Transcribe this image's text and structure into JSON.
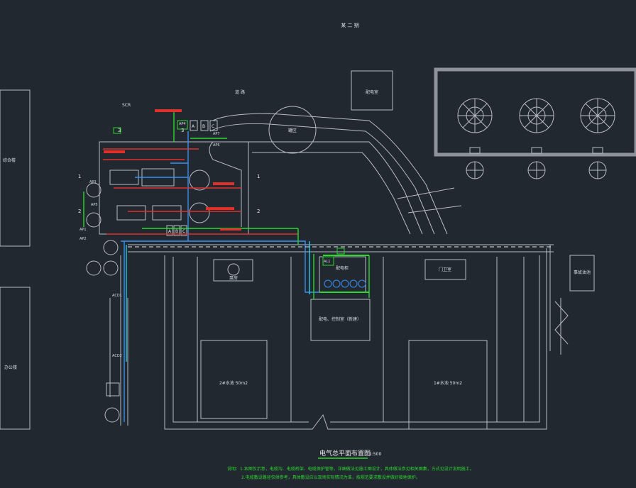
{
  "drawing": {
    "top_note": "某 二 期",
    "title": "电气总平面布置图",
    "scale": "1:500",
    "notes": [
      "说明：1.本图仅示意，电缆沟、电缆桥架、电缆保护管等，详细做法见施工图设计，具体做法参见相关图集，方式见设计说明施工。",
      "2.电缆敷设路径仅供参考，具体敷设应以现场实际情况为准，按规范要求敷设并做好接地保护。"
    ]
  },
  "labels": {
    "scr": "SCR",
    "building_top_left": "综合楼",
    "building_bottom_left": "办公楼",
    "tank": "罐区",
    "pool_left": "2#水池 50m2",
    "pool_right": "1#水池 50m2",
    "control_room": "配电、控制室（新建）",
    "top_box": "配电室",
    "right_box": "事故油池",
    "top_label": "道 路",
    "mid_box": "配电柜",
    "bottom_box": "门卫室",
    "tower_box": "泵房"
  },
  "markers": [
    "1",
    "2",
    "3",
    "1",
    "2",
    "3"
  ],
  "panel_tags": [
    "A",
    "B",
    "C",
    "A",
    "B",
    "C"
  ],
  "device_tags": [
    "AP1",
    "AP2",
    "AP3",
    "AL1",
    "AP4",
    "ACD1",
    "ACD2",
    "AP5",
    "AP6",
    "AP7"
  ],
  "colors": {
    "background": "#212830",
    "lines": "#c8ccd2",
    "red": "#e0302a",
    "green": "#2ed82e",
    "blue": "#3a8ff0",
    "cyan": "#28c8e8",
    "yellow": "#e6e640"
  }
}
